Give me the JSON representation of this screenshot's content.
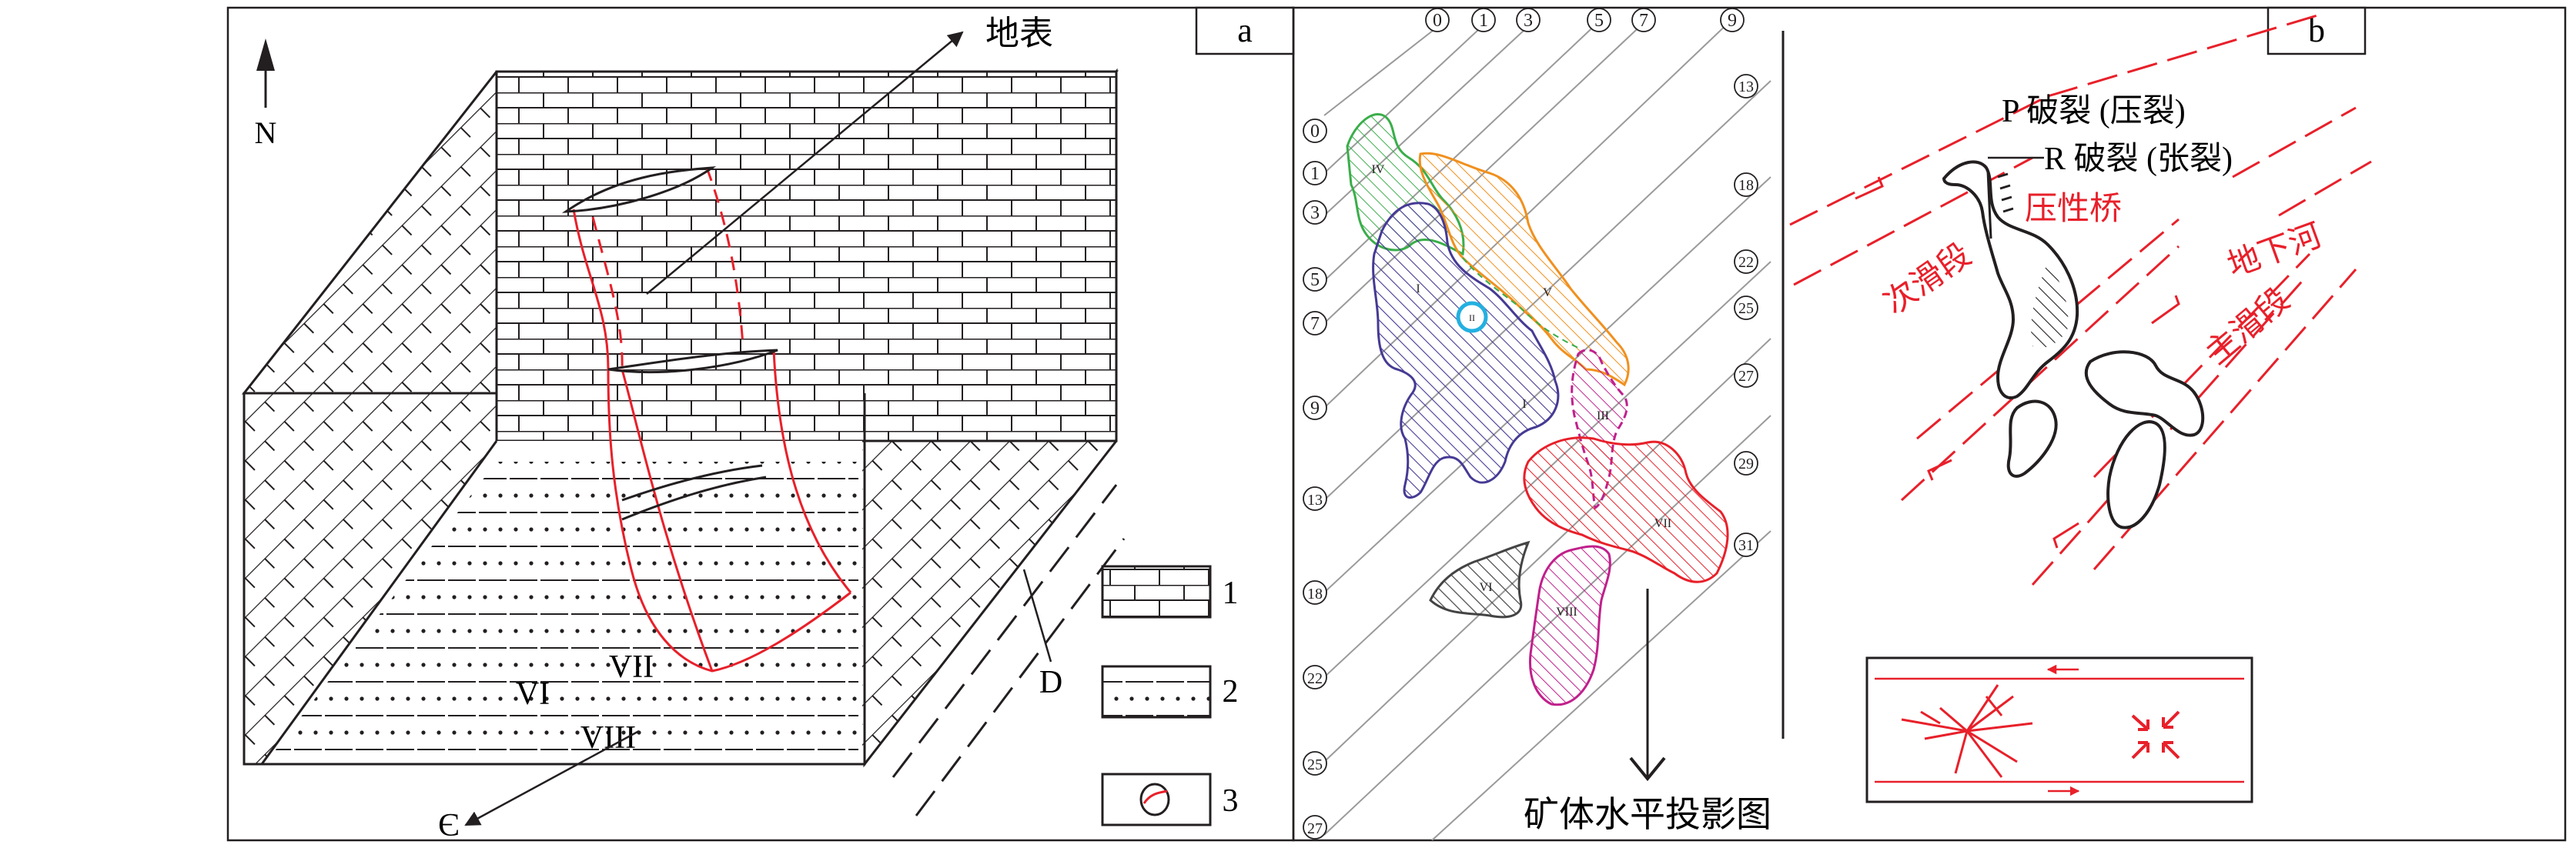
{
  "panel_a": {
    "letter": "a",
    "north": "N",
    "surface": "地表",
    "ore_labels": [
      "VI",
      "VII",
      "VIII"
    ],
    "cambrian": "Є",
    "fault": "D"
  },
  "legend": {
    "items": [
      {
        "number": "1"
      },
      {
        "number": "2"
      },
      {
        "number": "3"
      }
    ]
  },
  "panel_map": {
    "top_numbers": [
      "0",
      "1",
      "3",
      "5",
      "7",
      "9"
    ],
    "left_numbers": [
      "0",
      "1",
      "3",
      "5",
      "7",
      "9",
      "13",
      "18",
      "22",
      "25",
      "27"
    ],
    "right_numbers": [
      "13",
      "18",
      "22",
      "25",
      "27",
      "29",
      "31"
    ],
    "orebody_labels": [
      "IV",
      "V",
      "I",
      "II",
      "I",
      "III",
      "VII",
      "VI",
      "VIII"
    ],
    "projection_caption": "矿体水平投影图"
  },
  "panel_b": {
    "letter": "b",
    "p_fracture": "P 破裂 (压裂)",
    "r_fracture": "R 破裂 (张裂)",
    "compressive_bridge": "压性桥",
    "secondary_slip": "次滑段",
    "underground_river": "地下河",
    "main_slip": "主滑段"
  },
  "colors": {
    "line": "#231f20",
    "red": "#e8202a",
    "green": "#3aae4a",
    "orange": "#f0901e",
    "purple": "#453a94",
    "cyan": "#24b0e0",
    "magenta": "#c0208c",
    "dark_gray": "#444444",
    "map_grid": "#9a9a9a"
  }
}
